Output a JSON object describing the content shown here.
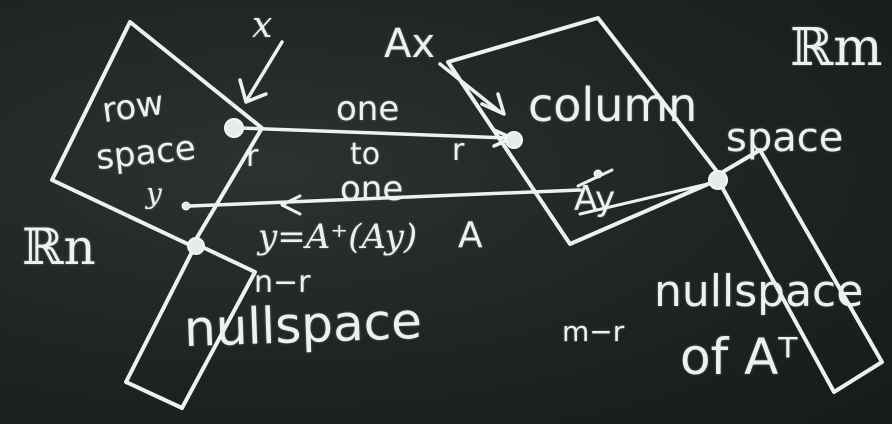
{
  "board": {
    "background": "#1f2323",
    "chalk_color": "#eef2ef"
  },
  "left": {
    "space_label": "ℝn",
    "row_space_line1": "row",
    "row_space_line2": "space",
    "nullspace_label": "nullspace",
    "x_label": "x",
    "y_label": "y",
    "r_label": "r",
    "n_minus_r": "n−r"
  },
  "right": {
    "space_label": "ℝm",
    "column_space_line1": "column",
    "column_space_line2": "space",
    "left_nullspace_line1": "nullspace",
    "left_nullspace_line2": "of Aᵀ",
    "Ax_label": "Ax",
    "r_label": "r",
    "m_minus_r": "m−r",
    "Ay_label": "Ay"
  },
  "middle": {
    "one_to_one_line1": "one",
    "one_to_one_line2": "to",
    "one_to_one_line3": "one",
    "A_label": "A",
    "pseudo_inverse_formula": "y=A⁺(Ay)"
  }
}
